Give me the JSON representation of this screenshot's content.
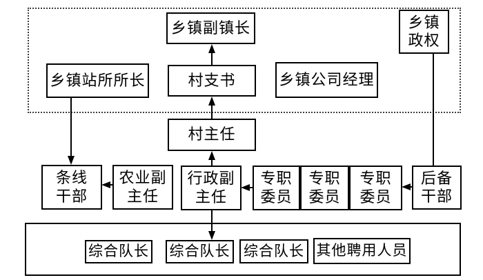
{
  "diagram": {
    "type": "org-structure-flowchart",
    "language": "zh-CN"
  },
  "colors": {
    "line": "#000000",
    "background": "#ffffff",
    "dotted_region_border": "#3c3c3c"
  },
  "nodes": {
    "township_deputy_mayor": {
      "label": "乡镇副镇长"
    },
    "township_power": {
      "label": "乡镇\n政权"
    },
    "township_station_chief": {
      "label": "乡镇站所所长"
    },
    "village_party_secretary": {
      "label": "村支书"
    },
    "township_company_manager": {
      "label": "乡镇公司经理"
    },
    "village_head": {
      "label": "村主任"
    },
    "line_cadre": {
      "label": "条线\n干部"
    },
    "agriculture_deputy_head": {
      "label": "农业副\n主任"
    },
    "administration_deputy_head": {
      "label": "行政副\n主任"
    },
    "full_time_committee_1": {
      "label": "专职\n委员"
    },
    "full_time_committee_2": {
      "label": "专职\n委员"
    },
    "full_time_committee_3": {
      "label": "专职\n委员"
    },
    "reserve_cadre": {
      "label": "后备\n干部"
    },
    "general_team_leader_1": {
      "label": "综合队长"
    },
    "general_team_leader_2": {
      "label": "综合队长"
    },
    "general_team_leader_3": {
      "label": "综合队长"
    },
    "other_hired_staff": {
      "label": "其他聘用人员"
    }
  },
  "connections": [
    {
      "from": "village_party_secretary",
      "to": "township_deputy_mayor",
      "arrow": "up"
    },
    {
      "from": "village_head",
      "to": "village_party_secretary",
      "arrow": "up"
    },
    {
      "from": "administration_deputy_head",
      "to": "village_head",
      "arrow": "up"
    },
    {
      "from": "township_station_chief",
      "to": "line_cadre",
      "arrow": "down"
    },
    {
      "from": "township_power",
      "to": "reserve_cadre",
      "arrow": "none"
    },
    {
      "from": "agriculture_deputy_head",
      "to": "line_cadre",
      "arrow": "left"
    },
    {
      "from": "full_time_committee_1",
      "to": "administration_deputy_head",
      "arrow": "left"
    },
    {
      "from": "reserve_cadre",
      "to": "full_time_committee_3",
      "arrow": "left"
    },
    {
      "from": "administration_deputy_head",
      "to": "general_team_leader_2",
      "arrow": "down"
    }
  ]
}
